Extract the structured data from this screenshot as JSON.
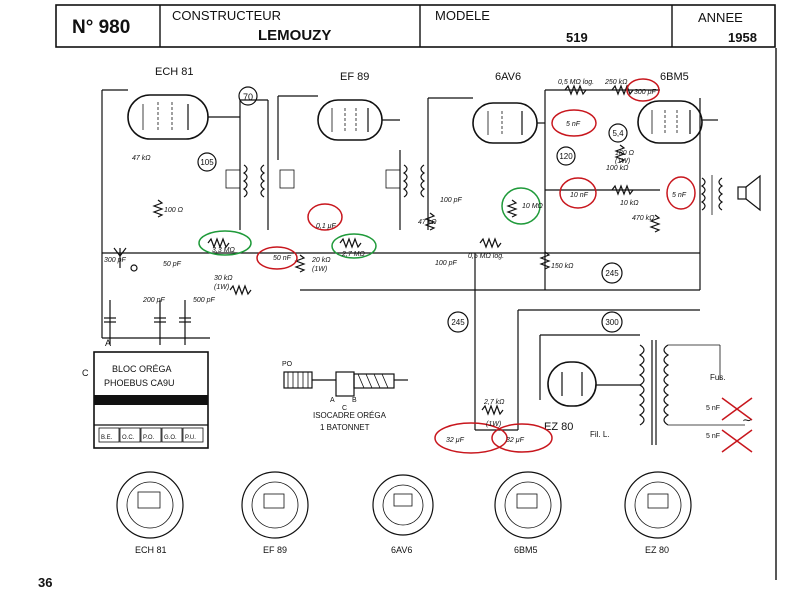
{
  "header": {
    "number": "N° 980",
    "constructeur_label": "CONSTRUCTEUR",
    "constructeur": "LEMOUZY",
    "modele_label": "MODELE",
    "modele": "519",
    "annee_label": "ANNEE",
    "annee": "1958"
  },
  "tubes": {
    "ech81": "ECH 81",
    "ef89": "EF 89",
    "av6": "6AV6",
    "bm5": "6BM5",
    "ez80": "EZ 80"
  },
  "nodes": {
    "n70": "70",
    "n105": "105",
    "n120": "120",
    "n54": "5,4",
    "n245a": "245",
    "n245b": "245",
    "n300": "300"
  },
  "components": {
    "r47k": "47 kΩ",
    "r100": "100 Ω",
    "r33m": "3,3 MΩ",
    "c50a": "50 nF",
    "c50b": "50 pF",
    "c01": "0,1 μF",
    "r20k": "20 kΩ",
    "r20k_w": "(1W)",
    "r27m": "2,7 MΩ",
    "c300": "300 pF",
    "r30k": "30 kΩ",
    "r30k_w": "(1W)",
    "c200": "200 pF",
    "c500": "500 pF",
    "c100a": "100 pF",
    "c100b": "100 pF",
    "r47": "47 kΩ",
    "r05m": "0,5 MΩ log.",
    "r10m": "10 MΩ",
    "r150": "150 kΩ",
    "r05mlog": "0,5 MΩ log.",
    "r250k": "250 kΩ",
    "c300pf": "300 pF",
    "c5nf": "5 nF",
    "r100k": "100 kΩ",
    "c10nf": "10 nF",
    "r10k": "10 kΩ",
    "r470": "470 kΩ",
    "c5nf_b": "5 nF",
    "r27k": "2,7 kΩ",
    "r27k_w": "(1W)",
    "c32a": "32 μF",
    "c32b": "32 μF",
    "r180": "180 Ω",
    "r180_w": "(1W)"
  },
  "bloc": {
    "line1": "BLOC ORÉGA",
    "line2": "PHOEBUS CA9U",
    "pins": [
      "B.E.",
      "O.C.",
      "P.O.",
      "G.O.",
      "P.U."
    ],
    "pinA": "A",
    "pinC": "C"
  },
  "cadre": {
    "po": "PO",
    "a": "A",
    "b": "B",
    "c": "C",
    "line1": "ISOCADRE ORÉGA",
    "line2": "1 BATONNET"
  },
  "alim": {
    "fus": "Fus.",
    "c5nf_1": "5 nF",
    "c5nf_2": "5 nF",
    "fill": "Fil. L."
  },
  "sockets": [
    "ECH 81",
    "EF 89",
    "6AV6",
    "6BM5",
    "EZ 80"
  ],
  "page_number": "36",
  "colors": {
    "red_circle": "#c8161d",
    "green_circle": "#1f9a3a",
    "ink": "#111111"
  }
}
